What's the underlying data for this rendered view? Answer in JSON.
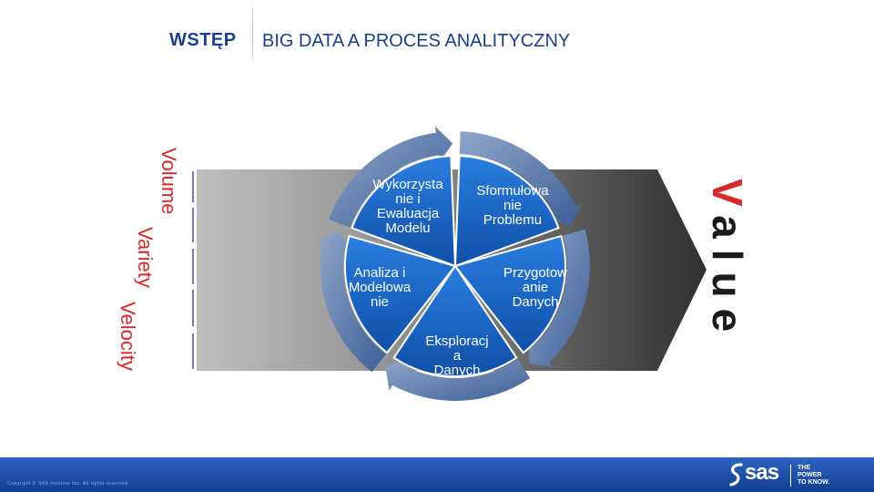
{
  "header": {
    "section_label": "WSTĘP",
    "title": "BIG DATA A PROCES ANALITYCZNY"
  },
  "v_labels": [
    "Volume",
    "Variety",
    "Velocity"
  ],
  "value_word": {
    "first": "V",
    "rest": "alue"
  },
  "cycle": [
    {
      "lines": [
        "Sformułowa",
        "nie",
        "Problemu"
      ]
    },
    {
      "lines": [
        "Przygotow",
        "anie",
        "Danych"
      ]
    },
    {
      "lines": [
        "Eksploracj",
        "a",
        "Danych"
      ]
    },
    {
      "lines": [
        "Analiza i",
        "Modelowa",
        "nie"
      ]
    },
    {
      "lines": [
        "Wykorzysta",
        "nie i",
        "Ewaluacja",
        "Modelu"
      ]
    }
  ],
  "footer": {
    "copyright": "Copyright © SAS Institute Inc. All rights reserved.",
    "brand": "sas",
    "tagline": [
      "THE",
      "POWER",
      "TO KNOW."
    ]
  },
  "colors": {
    "accent_red": "#d8282a",
    "title_blue": "#1b3f8f",
    "segment_blue": "#1a66c8",
    "footer_blue": "#1f4fa8"
  }
}
